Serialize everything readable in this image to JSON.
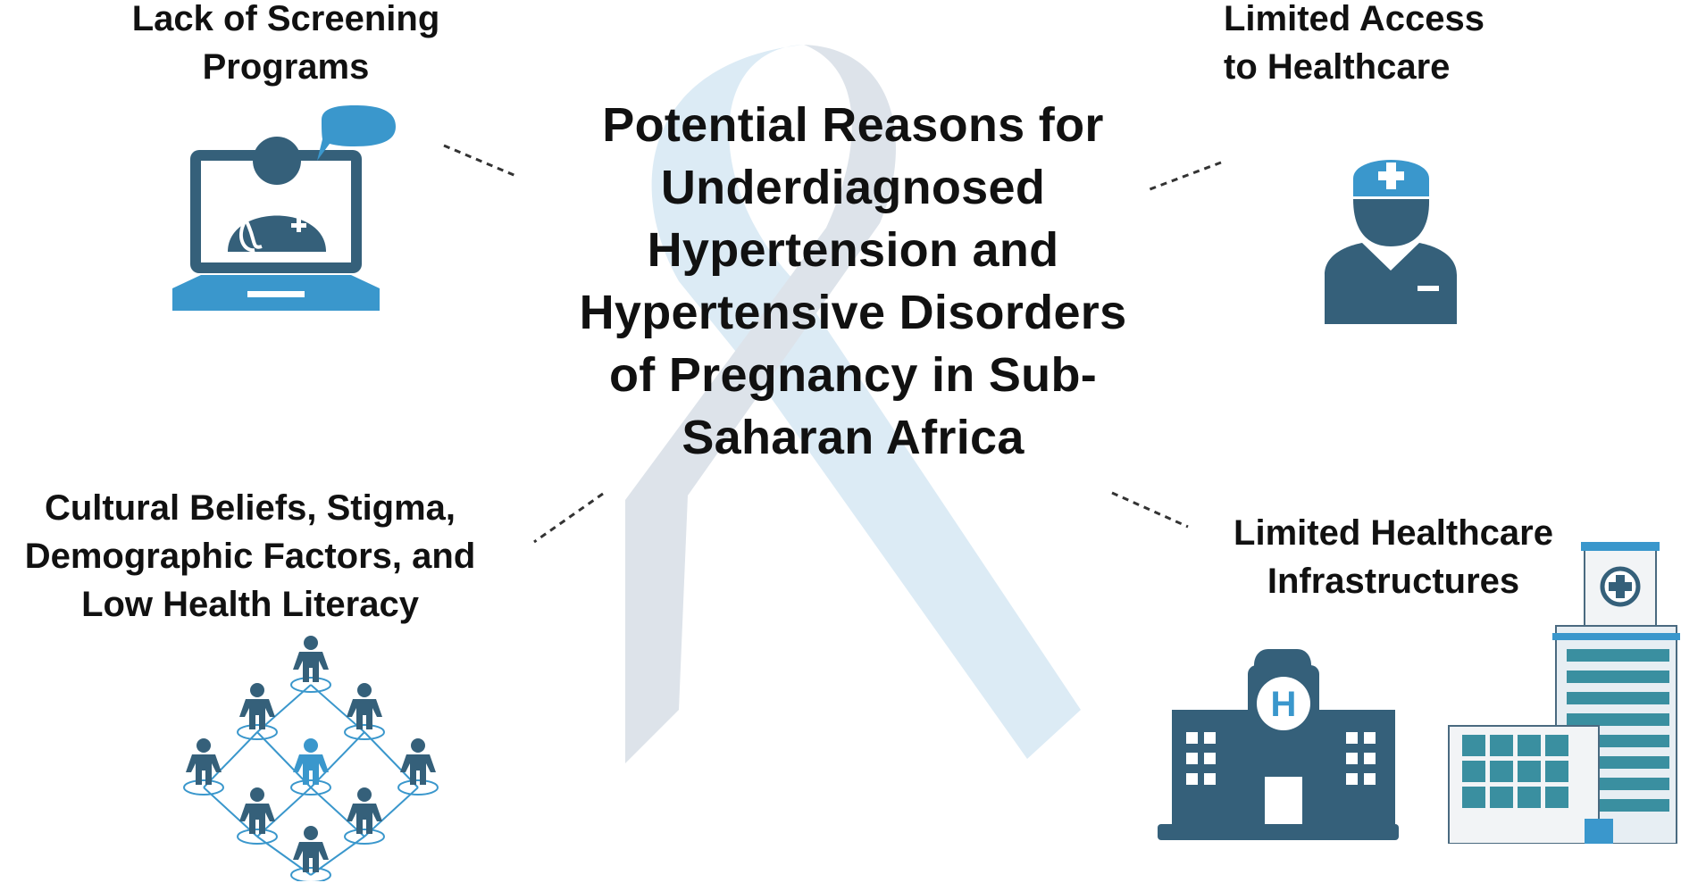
{
  "title": {
    "lines": [
      "Potential Reasons for",
      "Underdiagnosed",
      "Hypertension and",
      "Hypertensive Disorders",
      "of Pregnancy in Sub-",
      "Saharan Africa"
    ]
  },
  "factors": {
    "screening": {
      "lines": [
        "Lack of Screening",
        "Programs"
      ]
    },
    "access": {
      "lines": [
        "Limited Access",
        "to Healthcare"
      ]
    },
    "cultural": {
      "lines": [
        "Cultural Beliefs, Stigma,",
        "Demographic Factors, and",
        "Low Health Literacy"
      ]
    },
    "infrastructure": {
      "lines": [
        "Limited Healthcare",
        "Infrastructures"
      ]
    }
  },
  "icons": {
    "screening": "telehealth-laptop-icon",
    "access": "nurse-icon",
    "cultural": "community-network-icon",
    "infrastructure": "hospital-buildings-icon",
    "background": "awareness-ribbon-icon"
  },
  "colors": {
    "icon_dark": "#35607a",
    "icon_blue": "#3a97cc",
    "ribbon_gray": "#dde3ea",
    "ribbon_blue": "#dcebf5",
    "connector": "#333333",
    "text": "#111111"
  }
}
